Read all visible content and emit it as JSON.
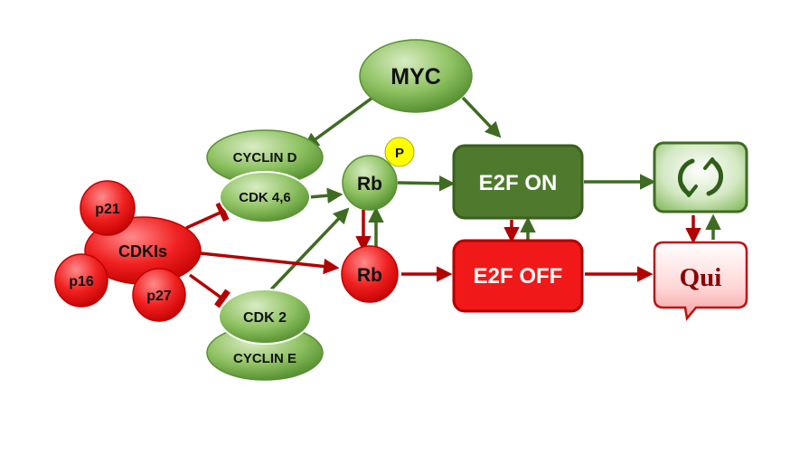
{
  "nodes": {
    "myc": "MYC",
    "cyclin_d": "CYCLIN D",
    "cdk46": "CDK 4,6",
    "rb_phos": "Rb",
    "phosphate": "P",
    "rb": "Rb",
    "e2f_on": "E2F ON",
    "e2f_off": "E2F OFF",
    "qui": "Qui",
    "p21": "p21",
    "cdkis": "CDKIs",
    "p16": "p16",
    "p27": "p27",
    "cdk2": "CDK 2",
    "cyclin_e": "CYCLIN E"
  },
  "colors": {
    "green_fill": "#6fae3f",
    "green_dark": "#3f6b22",
    "red_fill": "#ef1c1c",
    "red_dark": "#b30000",
    "arrow_green": "#3f6b22",
    "arrow_red": "#b30000",
    "phosphate_yellow": "#ffff00"
  },
  "icons": {
    "cycle": "cycle-arrows-icon"
  }
}
